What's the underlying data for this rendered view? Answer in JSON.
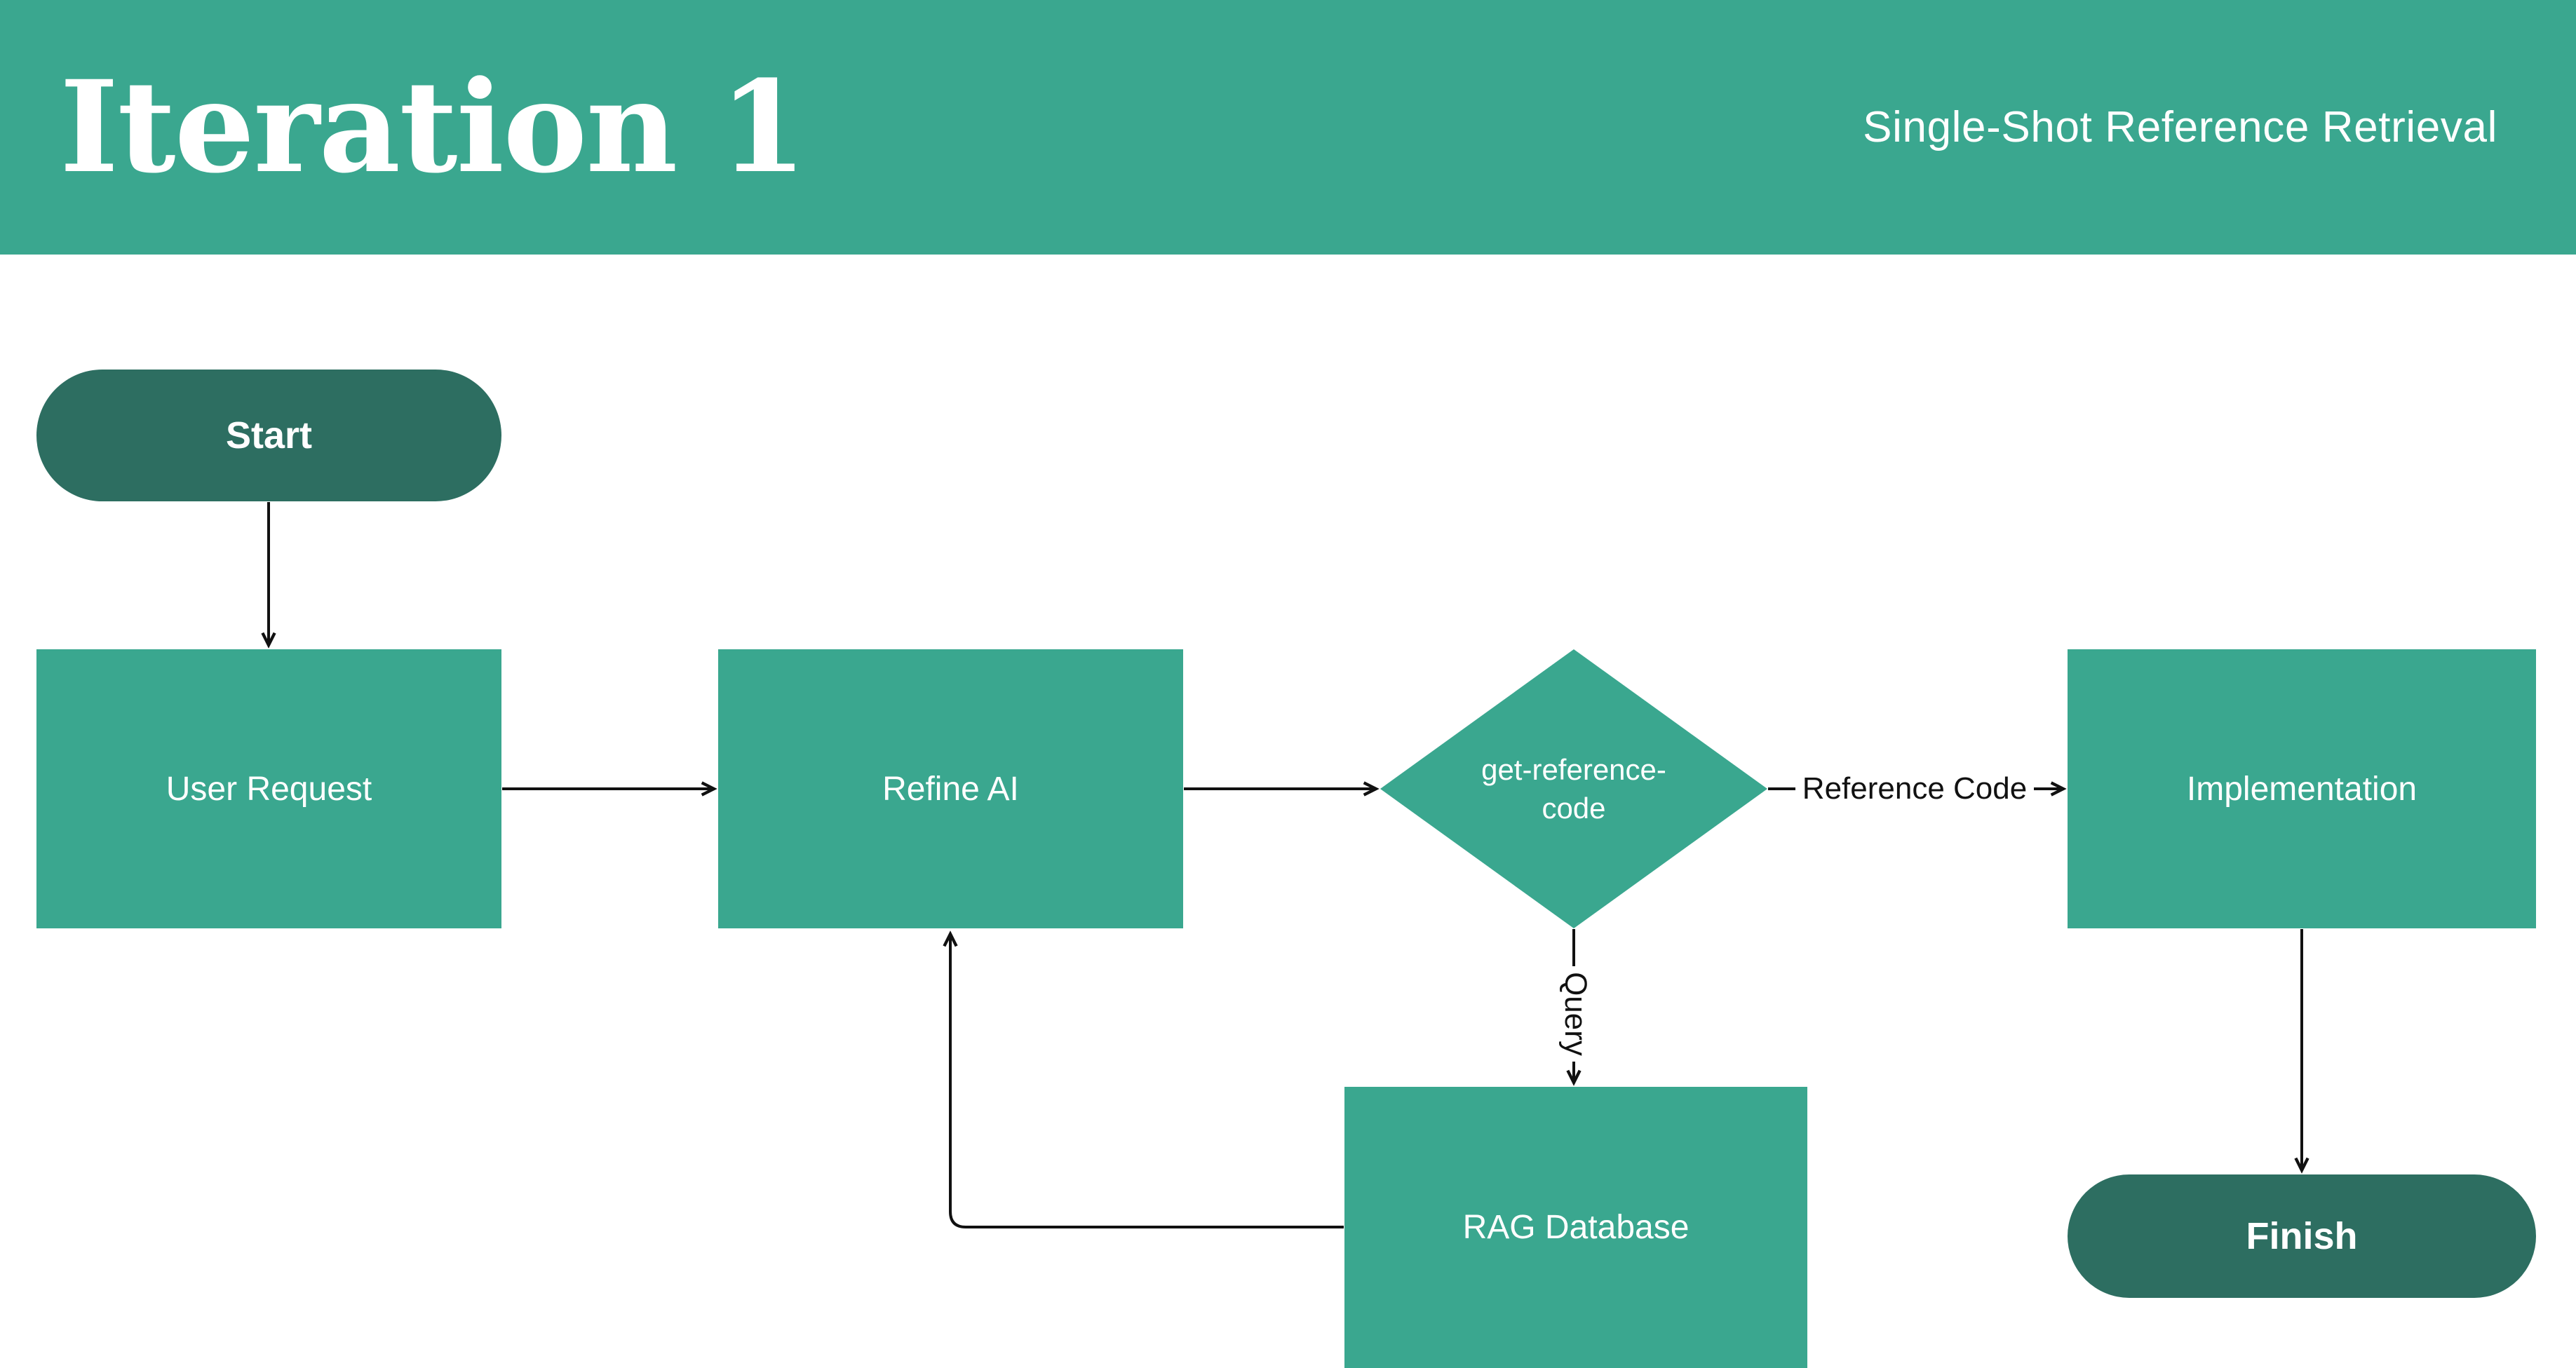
{
  "header": {
    "title": "Iteration 1",
    "subtitle": "Single-Shot Reference Retrieval"
  },
  "nodes": {
    "start": {
      "label": "Start",
      "shape": "rounded-pill"
    },
    "user_request": {
      "label": "User Request",
      "shape": "rectangle"
    },
    "refine_ai": {
      "label": "Refine AI",
      "shape": "rectangle"
    },
    "decision": {
      "label": "get-reference-code",
      "lines": [
        "get-reference-",
        "code"
      ],
      "shape": "diamond"
    },
    "implementation": {
      "label": "Implementation",
      "shape": "rectangle"
    },
    "rag_database": {
      "label": "RAG Database",
      "shape": "rectangle"
    },
    "finish": {
      "label": "Finish",
      "shape": "rounded-pill"
    }
  },
  "edges": {
    "reference_code_label": "Reference Code",
    "query_label": "Query",
    "connections": [
      {
        "from": "Start",
        "to": "User Request"
      },
      {
        "from": "User Request",
        "to": "Refine AI"
      },
      {
        "from": "Refine AI",
        "to": "get-reference-code"
      },
      {
        "from": "get-reference-code",
        "to": "Implementation",
        "label": "Reference Code"
      },
      {
        "from": "get-reference-code",
        "to": "RAG Database",
        "label": "Query"
      },
      {
        "from": "RAG Database",
        "to": "Refine AI"
      },
      {
        "from": "Implementation",
        "to": "Finish"
      }
    ]
  },
  "colors": {
    "teal": "#3aa78f",
    "dark_teal": "#2d6e61",
    "line": "#111111",
    "text_light": "#ffffff",
    "background": "#ffffff"
  }
}
